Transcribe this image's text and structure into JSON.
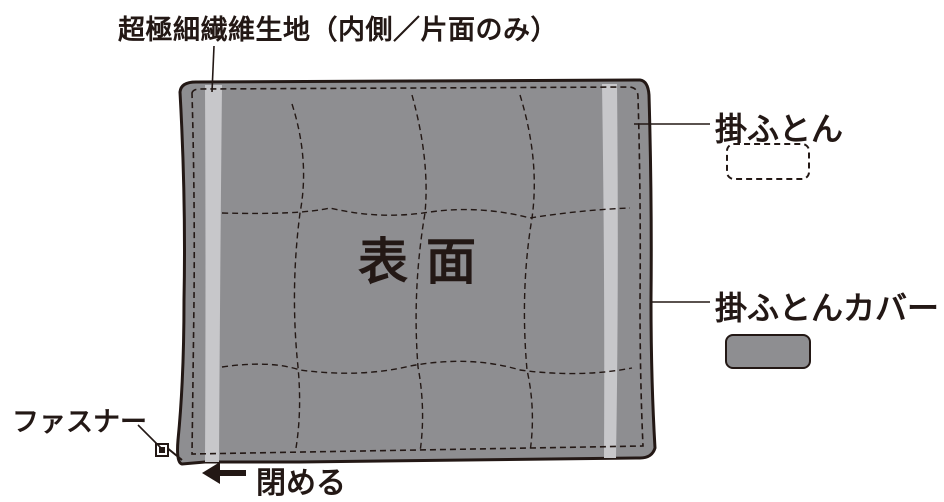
{
  "labels": {
    "top": "超極細繊維生地（内側／片面のみ）",
    "surface": "表面",
    "kakebuton": "掛ふとん",
    "cover": "掛ふとんカバー",
    "fastener": "ファスナー",
    "close": "閉める"
  },
  "colors": {
    "cover_fill": "#8e8e91",
    "inner_strip": "#c7c7ca",
    "outline": "#231815",
    "background": "#ffffff"
  },
  "icons": {
    "close_direction": "left-arrow-icon",
    "zipper_pull": "zipper-pull-icon"
  }
}
